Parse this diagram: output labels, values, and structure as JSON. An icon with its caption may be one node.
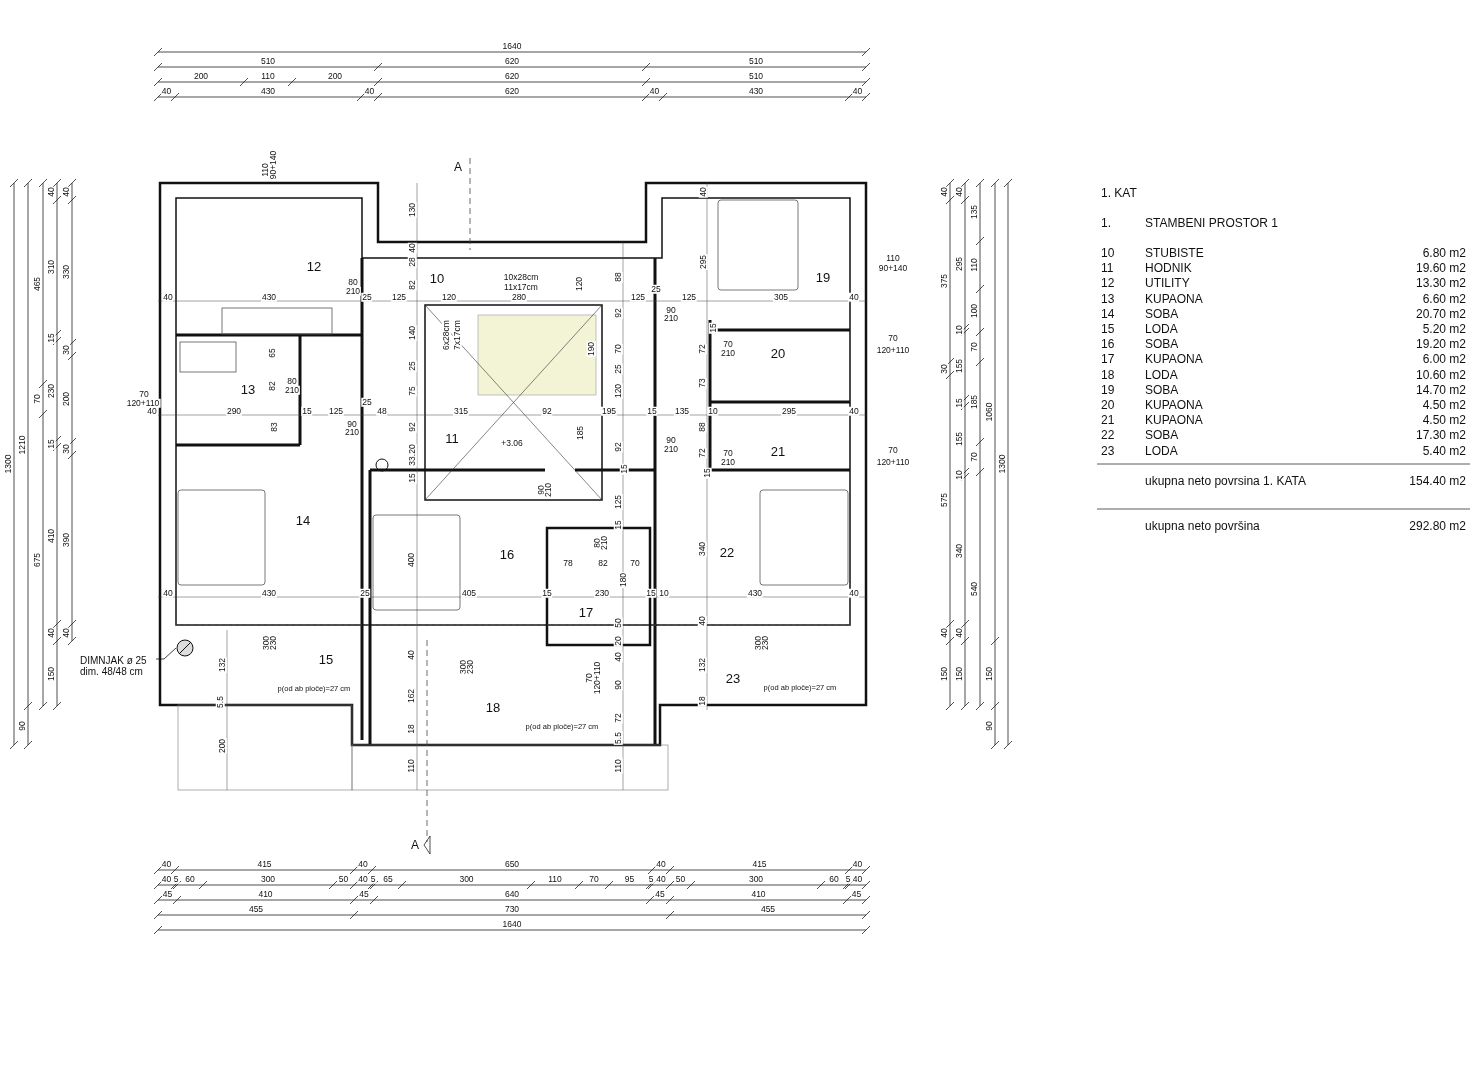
{
  "diagram": {
    "nodes": [
      {
        "text": [
          "DIMNJAK ø 25",
          "dim. 48/48 cm"
        ]
      },
      {
        "text": [],
        "shape": "circle"
      }
    ],
    "edges": [
      {
        "from": 0,
        "to": 1,
        "arrow": "none"
      }
    ],
    "labels": [
      "1640",
      "510",
      "620",
      "510",
      "200",
      "110",
      "200",
      "620",
      "510",
      "40",
      "430",
      "40",
      "620",
      "40",
      "430",
      "40",
      "1300",
      "1210",
      "90",
      "465",
      "70",
      "675",
      "40",
      "310",
      "15",
      "230",
      "15",
      "410",
      "40",
      "150",
      "40",
      "330",
      "30",
      "200",
      "30",
      "390",
      "40",
      "110",
      "90+140",
      "A",
      "130",
      "40",
      "28",
      "82",
      "140",
      "25",
      "75",
      "92",
      "33.20",
      "15",
      "12",
      "10",
      "19",
      "40",
      "295",
      "110",
      "90+140",
      "10x28cm",
      "11x17cm",
      "120",
      "88",
      "80",
      "210",
      "40",
      "430",
      "25",
      "125",
      "120",
      "280",
      "125",
      "25",
      "125",
      "305",
      "40",
      "90",
      "210",
      "92",
      "6x28cm",
      "7x17cm",
      "190",
      "70",
      "25",
      "120",
      "15",
      "72",
      "70",
      "210",
      "20",
      "73",
      "70",
      "120+110",
      "65",
      "82",
      "80",
      "210",
      "13",
      "83",
      "25",
      "70",
      "120+110",
      "40",
      "290",
      "15",
      "125",
      "48",
      "315",
      "92",
      "195",
      "15",
      "135",
      "10",
      "295",
      "40",
      "90",
      "210",
      "11",
      "+3.06",
      "185",
      "92",
      "90",
      "210",
      "88",
      "72",
      "70",
      "210",
      "21",
      "70",
      "120+110",
      "15",
      "15",
      "90",
      "210",
      "14",
      "125",
      "15",
      "80",
      "210",
      "16",
      "400",
      "340",
      "22",
      "78",
      "82",
      "70",
      "180",
      "40",
      "430",
      "25",
      "405",
      "15",
      "230",
      "15",
      "10",
      "430",
      "40",
      "17",
      "50",
      "40",
      "300",
      "230",
      "20",
      "40",
      "40",
      "300",
      "230",
      "15",
      "132",
      "300",
      "230",
      "70",
      "120+110",
      "132",
      "23",
      "90",
      "p(od ab ploče)=27 cm",
      "p(od ab ploče)=27 cm",
      "5.5",
      "162",
      "18",
      "18",
      "72",
      "18",
      "p(od ab ploče)=27 cm",
      "5.5",
      "200",
      "110",
      "110",
      "A",
      "40",
      "375",
      "30",
      "575",
      "40",
      "150",
      "40",
      "295",
      "10",
      "155",
      "15",
      "155",
      "10",
      "340",
      "40",
      "150",
      "135",
      "110",
      "100",
      "70",
      "185",
      "70",
      "540",
      "1060",
      "150",
      "90",
      "1300",
      "40",
      "415",
      "40",
      "650",
      "40",
      "415",
      "40",
      "40",
      "5",
      "60",
      "300",
      "50",
      "40",
      "5",
      "65",
      "300",
      "110",
      "70",
      "95",
      "5",
      "40",
      "50",
      "300",
      "60",
      "5",
      "40",
      "45",
      "410",
      "45",
      "640",
      "45",
      "410",
      "45",
      "455",
      "730",
      "455",
      "1640",
      "1. KAT",
      "1.",
      "STAMBENI PROSTOR 1",
      "10",
      "STUBISTE",
      "6.80 m2",
      "11",
      "HODNIK",
      "19.60 m2",
      "12",
      "UTILITY",
      "13.30 m2",
      "13",
      "KUPAONA",
      "6.60 m2",
      "14",
      "SOBA",
      "20.70 m2",
      "15",
      "LODA",
      "5.20 m2",
      "16",
      "SOBA",
      "19.20 m2",
      "17",
      "KUPAONA",
      "6.00 m2",
      "18",
      "LODA",
      "10.60 m2",
      "19",
      "SOBA",
      "14.70 m2",
      "20",
      "KUPAONA",
      "4.50 m2",
      "21",
      "KUPAONA",
      "4.50 m2",
      "22",
      "SOBA",
      "17.30 m2",
      "23",
      "LODA",
      "5.40 m2",
      "ukupna neto povrsina 1. KATA",
      "154.40 m2",
      "ukupna neto površina",
      "292.80 m2"
    ]
  }
}
